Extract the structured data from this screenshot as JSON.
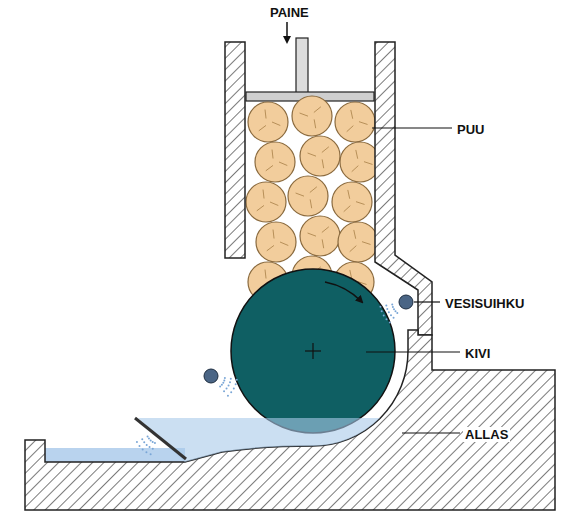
{
  "diagram": {
    "labels": [
      "PAINE",
      "PUU",
      "VESISUIHKU",
      "KIVI",
      "ALLAS"
    ]
  }
}
